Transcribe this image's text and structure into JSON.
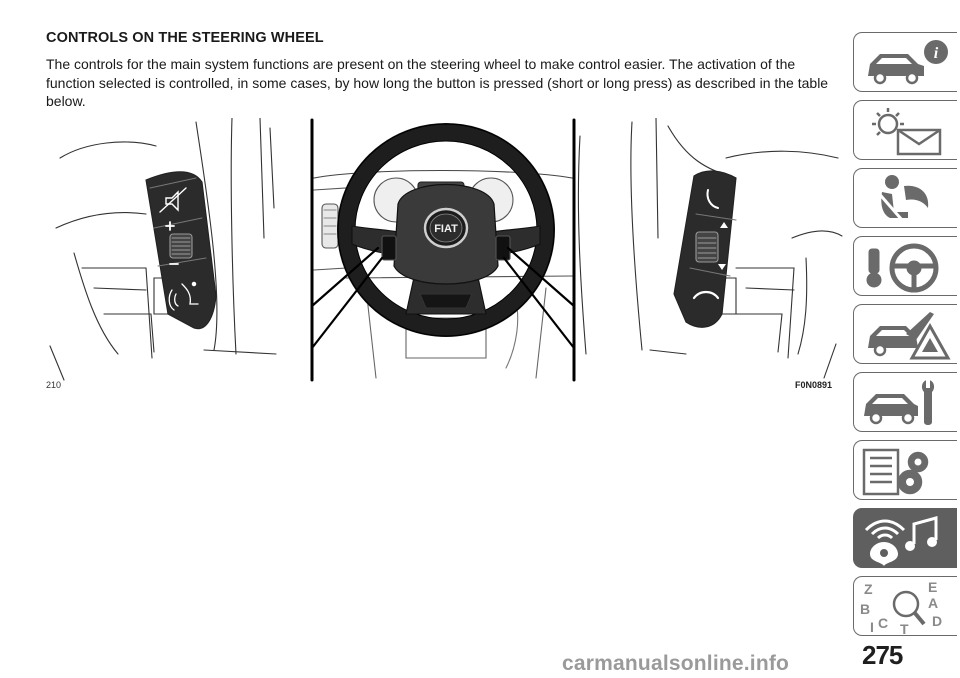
{
  "section": {
    "heading": "CONTROLS ON THE STEERING WHEEL",
    "body": "The controls for the main system functions are present on the steering wheel to make control easier. The activation of the function selected is controlled, in some cases, by how long the button is pressed (short or long press) as described in the table below."
  },
  "figure": {
    "number": "210",
    "code": "F0N0891",
    "wheel_logo": "FIAT",
    "left_pad_icons": [
      "mute-icon",
      "plus-icon",
      "minus-icon",
      "voice-command-icon"
    ],
    "right_pad_icons": [
      "phone-answer-icon",
      "arrow-up-icon",
      "arrow-down-icon",
      "phone-hangup-icon"
    ]
  },
  "sidebar": {
    "tabs": [
      {
        "icon": "car-info-icon",
        "active": false
      },
      {
        "icon": "warning-light-message-icon",
        "active": false
      },
      {
        "icon": "seat-airbag-icon",
        "active": false
      },
      {
        "icon": "steering-wheel-key-icon",
        "active": false
      },
      {
        "icon": "emergency-triangle-icon",
        "active": false
      },
      {
        "icon": "car-service-wrench-icon",
        "active": false
      },
      {
        "icon": "technical-data-gears-icon",
        "active": false
      },
      {
        "icon": "multimedia-icon",
        "active": true
      },
      {
        "icon": "index-search-icon",
        "active": false,
        "letters": [
          "Z",
          "E",
          "B",
          "A",
          "C",
          "D",
          "T",
          "I"
        ]
      }
    ]
  },
  "page": {
    "number": "275",
    "watermark": "carmanualsonline.info"
  },
  "colors": {
    "text": "#1a1a1a",
    "tab_border": "#6a6a6a",
    "tab_active": "#5f5f5f",
    "watermark": "#9a9a9a"
  }
}
